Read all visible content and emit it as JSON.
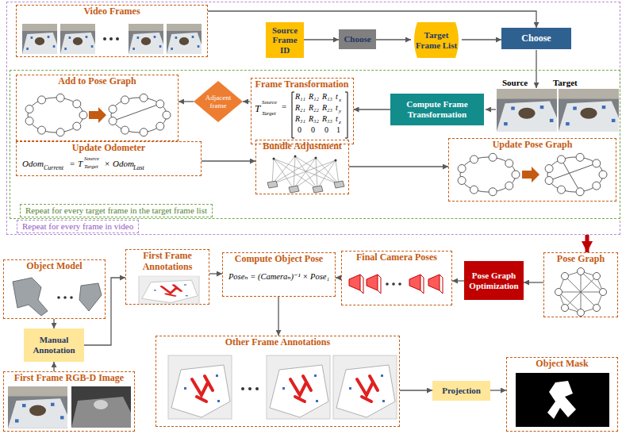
{
  "diagram": {
    "nodes": [
      {
        "text": [
          "Repeat for every frame in video"
        ]
      },
      {
        "text": [
          "Video Frames"
        ],
        "in": 0
      },
      {
        "text": [
          "Source Frame ID"
        ],
        "in": 0
      },
      {
        "text": [
          "Choose"
        ],
        "in": 0
      },
      {
        "text": [
          "Target Frame List"
        ],
        "in": 0
      },
      {
        "text": [
          "Choose"
        ],
        "in": 0
      },
      {
        "text": [
          "Repeat for every target frame in the target frame list"
        ],
        "in": 0
      },
      {
        "text": [
          "Add to Pose Graph"
        ],
        "in": 6
      },
      {
        "text": [
          "Frame Transformation"
        ],
        "in": 6
      },
      {
        "text": [
          "Adjacent frame"
        ],
        "in": 6
      },
      {
        "text": [
          "Compute Frame Transformation"
        ],
        "in": 6
      },
      {
        "text": [
          "Update Odometer"
        ],
        "in": 6
      },
      {
        "text": [
          "Bundle Adjustment"
        ],
        "in": 6
      },
      {
        "text": [
          "Update Pose Graph"
        ],
        "in": 6
      },
      {
        "text": [
          "Object Model"
        ]
      },
      {
        "text": [
          "First Frame Annotations"
        ]
      },
      {
        "text": [
          "Compute Object Pose",
          "Poseₙ = (Cameraₙ)⁻¹ × Pose₁"
        ]
      },
      {
        "text": [
          "Final Camera Poses"
        ]
      },
      {
        "text": [
          "Pose Graph Optimization"
        ]
      },
      {
        "text": [
          "Pose Graph"
        ]
      },
      {
        "text": [
          "Manual Annotation"
        ]
      },
      {
        "text": [
          "Other Frame Annotations"
        ]
      },
      {
        "text": [
          "First Frame RGB-D Image"
        ]
      },
      {
        "text": [
          "Projection"
        ]
      },
      {
        "text": [
          "Object Mask"
        ]
      }
    ],
    "edges": [
      {
        "from": 1,
        "to": 5,
        "arrow": "to"
      },
      {
        "from": 2,
        "to": 3,
        "arrow": "to"
      },
      {
        "from": 3,
        "to": 4,
        "arrow": "to"
      },
      {
        "from": 4,
        "to": 5,
        "arrow": "to"
      },
      {
        "from": 10,
        "to": 8,
        "arrow": "to"
      },
      {
        "from": 8,
        "to": 9,
        "arrow": "to"
      },
      {
        "from": 9,
        "to": 7,
        "arrow": "to"
      },
      {
        "from": 11,
        "to": 12,
        "arrow": "to"
      },
      {
        "from": 12,
        "to": 13,
        "arrow": "to"
      },
      {
        "from": 0,
        "to": 19,
        "arrow": "to"
      },
      {
        "from": 19,
        "to": 18,
        "arrow": "to"
      },
      {
        "from": 18,
        "to": 17,
        "arrow": "to"
      },
      {
        "from": 17,
        "to": 16,
        "arrow": "to"
      },
      {
        "from": 15,
        "to": 16,
        "arrow": "to"
      },
      {
        "from": 16,
        "to": 21,
        "arrow": "to"
      },
      {
        "from": 21,
        "to": 23,
        "arrow": "to"
      },
      {
        "from": 23,
        "to": 24,
        "arrow": "to"
      },
      {
        "from": 14,
        "to": 20,
        "arrow": "to"
      },
      {
        "from": 22,
        "to": 20,
        "arrow": "to"
      },
      {
        "from": 20,
        "to": 15,
        "arrow": "to"
      }
    ],
    "labels": [
      "Source",
      "Target",
      "T",
      "Source",
      "Target",
      "=",
      "R₁₁",
      "R₁₂",
      "R₁₃",
      "t",
      "x",
      "R₂₁",
      "R₂₂",
      "R₂₃",
      "t",
      "y",
      "R₃₁",
      "R₃₂",
      "R₃₃",
      "t",
      "z",
      "0",
      "0",
      "0",
      "1",
      "Odom",
      "Current",
      "=",
      "T",
      "Source",
      "Target",
      "×",
      "Odom",
      "Last"
    ]
  }
}
